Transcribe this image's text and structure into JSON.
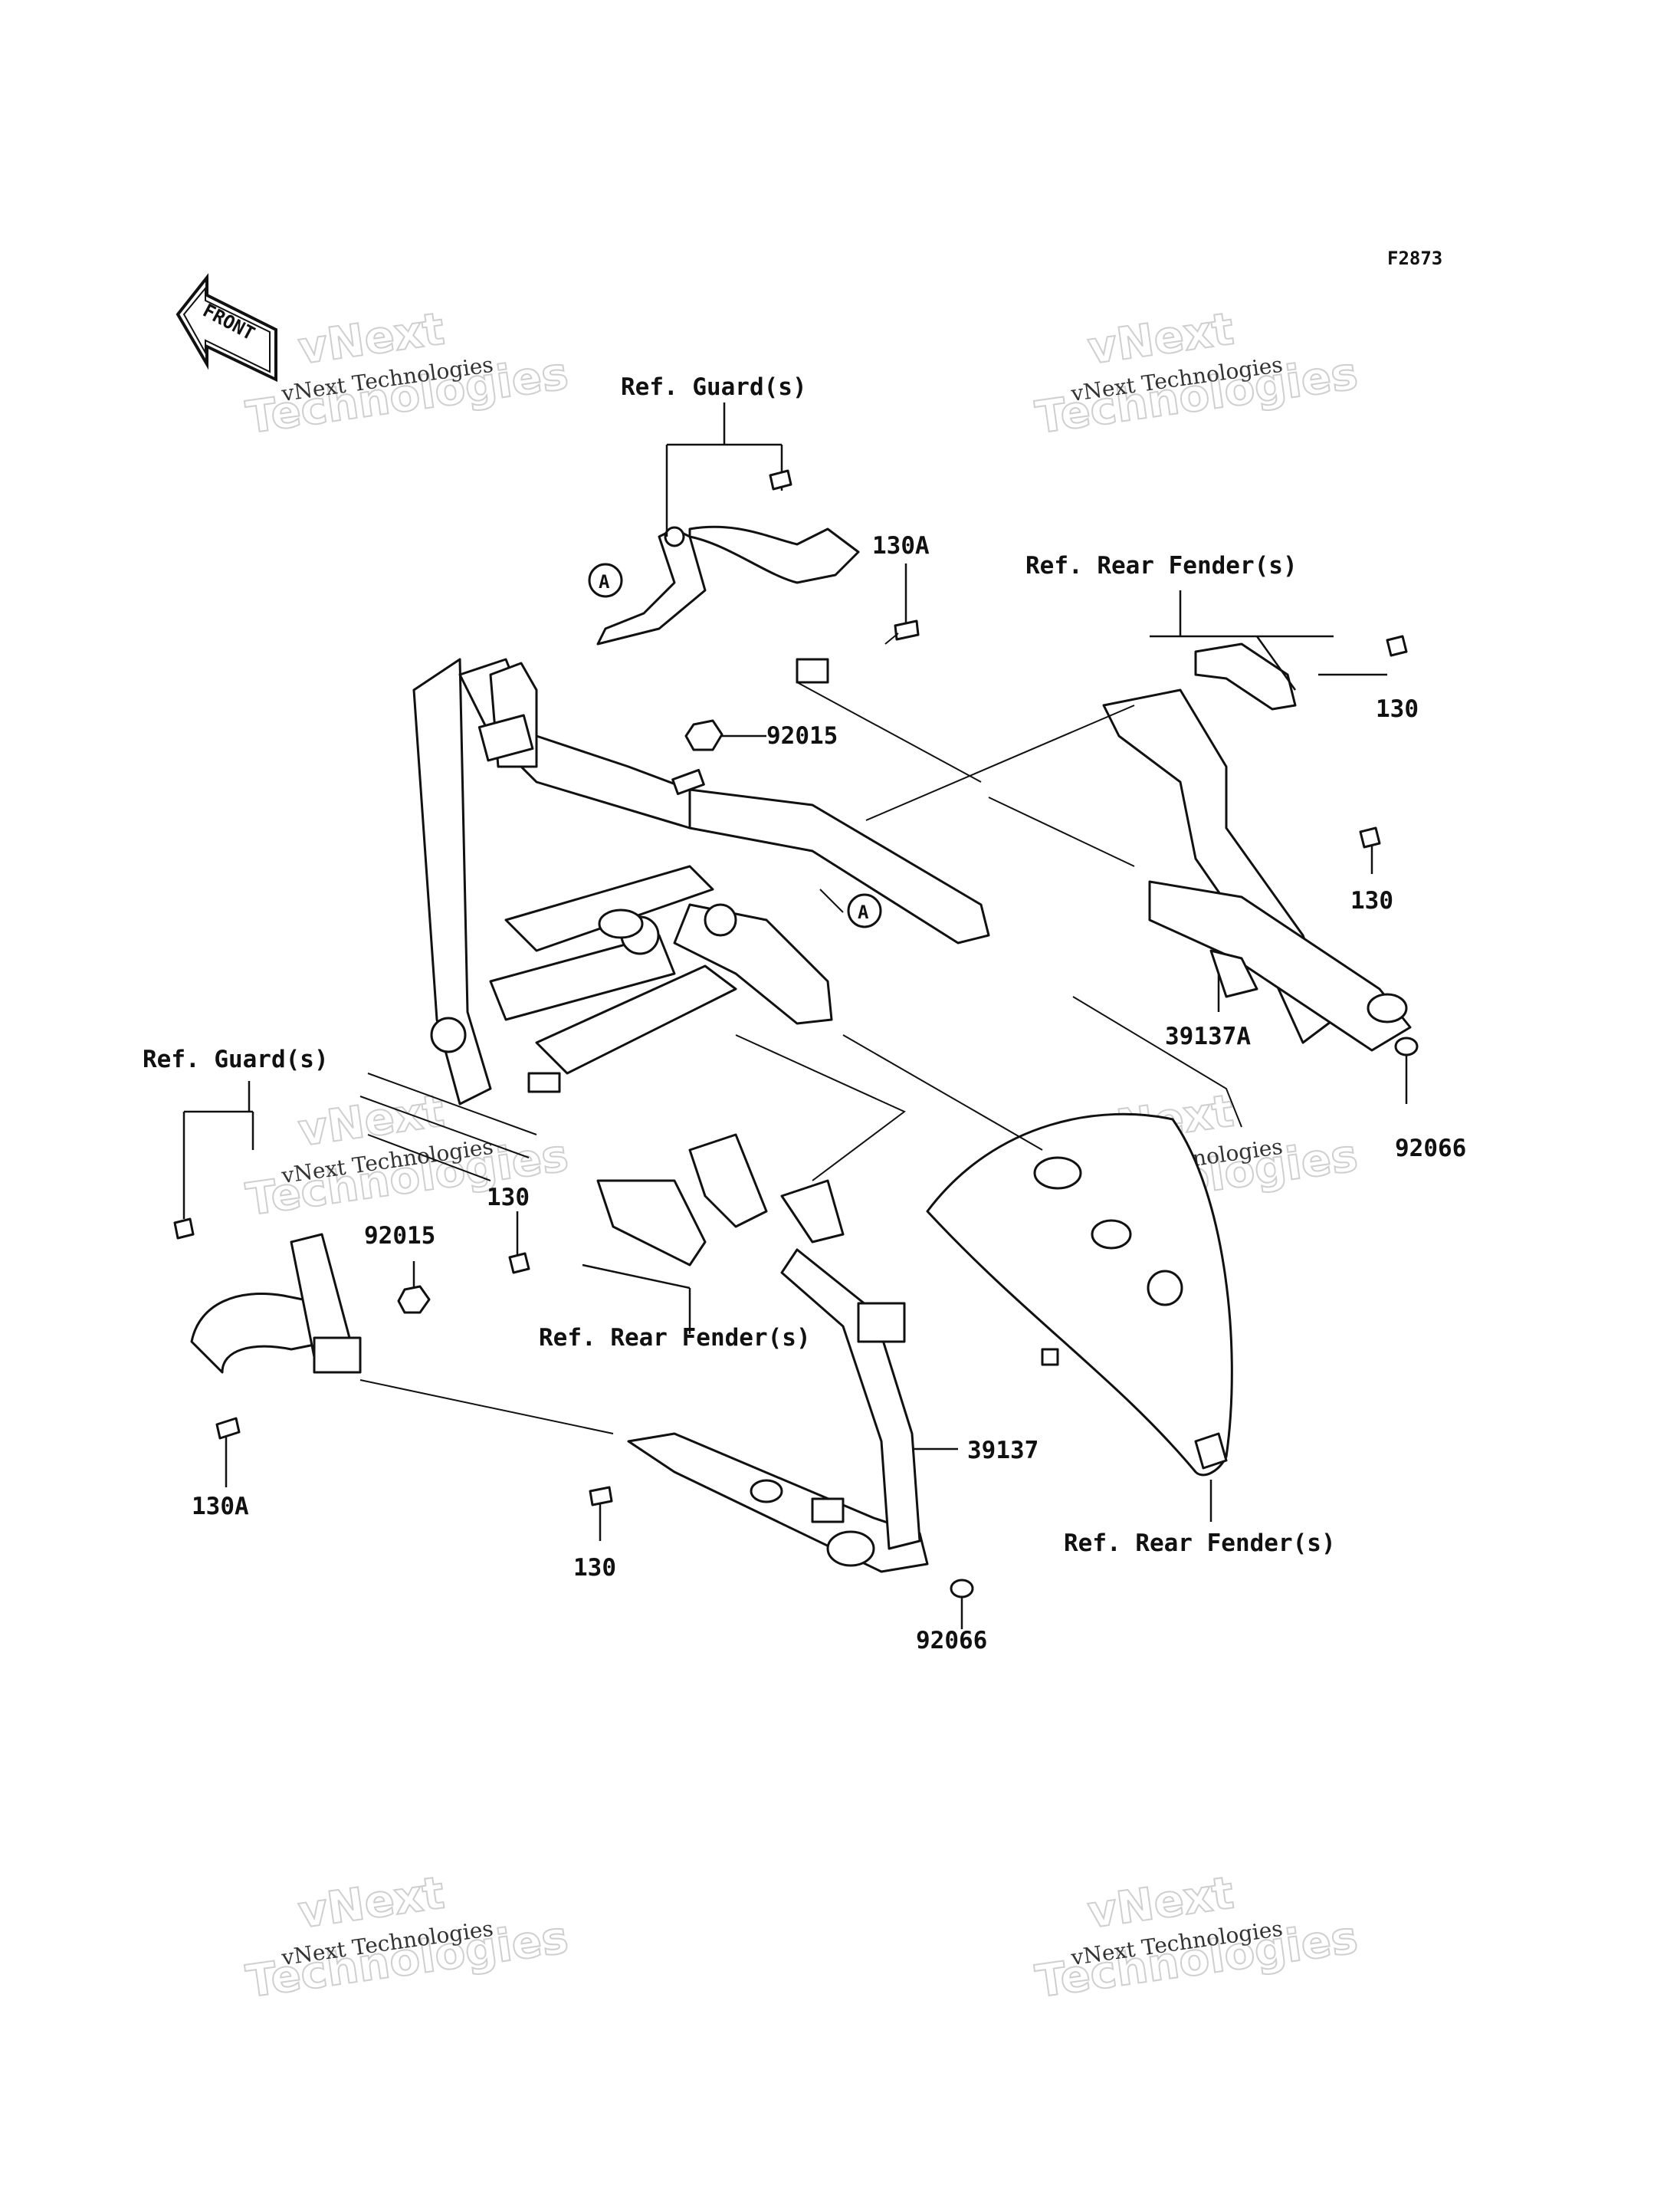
{
  "figure_code": "F2873",
  "front_arrow_text": "FRONT",
  "watermark": {
    "small": "vNext Technologies",
    "big_line1": "vNext",
    "big_line2": "Technologies"
  },
  "ref_marker": "A",
  "callouts": {
    "ref_guard_top": "Ref. Guard(s)",
    "ref_guard_left": "Ref. Guard(s)",
    "ref_rear_fender_top": "Ref. Rear Fender(s)",
    "ref_rear_fender_mid": "Ref. Rear Fender(s)",
    "ref_rear_fender_bottom": "Ref. Rear Fender(s)",
    "part_130A_top": "130A",
    "part_130A_bottom": "130A",
    "part_92015_top": "92015",
    "part_92015_left": "92015",
    "part_130_top_right": "130",
    "part_130_mid_right": "130",
    "part_130_center": "130",
    "part_130_bottom": "130",
    "part_39137A": "39137A",
    "part_39137": "39137",
    "part_92066_right": "92066",
    "part_92066_bottom": "92066"
  }
}
